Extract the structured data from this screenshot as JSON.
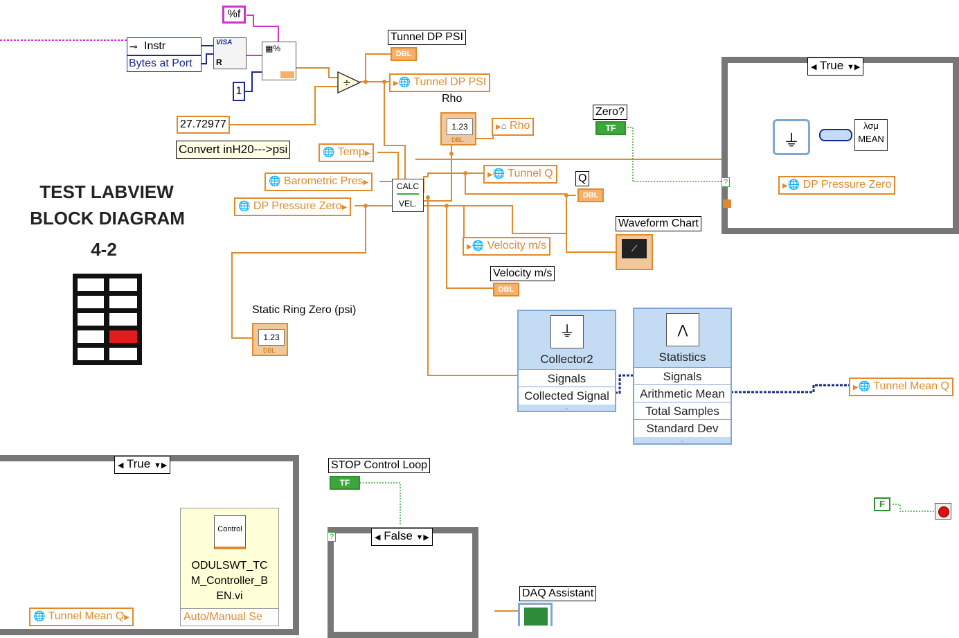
{
  "title": {
    "line1": "TEST LABVIEW",
    "line2": "BLOCK DIAGRAM",
    "line3": "4-2"
  },
  "format_const": "%f",
  "visa": {
    "instr_label": "Instr",
    "bytes_at_port": "Bytes at Port"
  },
  "const_one": "1",
  "const_factor": "27.72977",
  "comment_convert": "Convert inH20--->psi",
  "labels": {
    "tunnel_dp_psi": "Tunnel DP PSI",
    "rho": "Rho",
    "q": "Q",
    "zero": "Zero?",
    "waveform_chart": "Waveform Chart",
    "velocity": "Velocity m/s",
    "static_ring_zero": "Static Ring Zero (psi)",
    "stop_control_loop": "STOP Control Loop",
    "daq_assistant": "DAQ Assistant"
  },
  "locals": {
    "tunnel_dp_psi": "Tunnel DP PSI",
    "rho": "Rho",
    "temp": "Temp",
    "barometric": "Barometric Pres",
    "dp_zero_left": "DP Pressure Zero",
    "tunnel_q": "Tunnel Q",
    "velocity": "Velocity m/s",
    "dp_zero_right": "DP Pressure Zero",
    "tunnel_mean_q": "Tunnel Mean Q",
    "tunnel_mean_q_bottom": "Tunnel Mean Q"
  },
  "terminal_text": {
    "dbl": "DBL",
    "num": "1.23",
    "tf": "TF",
    "f": "F",
    "question": "?"
  },
  "calc_vi": {
    "top": "CALC",
    "bottom": "VEL."
  },
  "case_true": {
    "selector": "True"
  },
  "mean_vi": {
    "label": "MEAN",
    "top": "λσμ"
  },
  "collector": {
    "title": "Collector2",
    "rows": [
      "Signals",
      "Collected Signal"
    ]
  },
  "statistics": {
    "title": "Statistics",
    "rows": [
      "Signals",
      "Arithmetic Mean",
      "Total Samples",
      "Standard Dev"
    ]
  },
  "case_bottom_left": {
    "selector": "True"
  },
  "subvi": {
    "icon_label": "Control",
    "name": "ODULSWT_TC M_Controller_B EN.vi",
    "line1": "ODULSWT_TC",
    "line2": "M_Controller_B",
    "line3": "EN.vi",
    "terminal": "Auto/Manual Se"
  },
  "case_false": {
    "selector": "False"
  },
  "colors": {
    "orange_wire": "#e08a2b",
    "green_wire": "#3ca83c",
    "blue_wire": "#1a2a8c",
    "pink_wire": "#cc33cc",
    "case_border": "#777777",
    "stop_red": "#e01010"
  },
  "grid": {
    "rows": 5,
    "cols": 2,
    "highlight_row": 4,
    "highlight_col": 2
  }
}
